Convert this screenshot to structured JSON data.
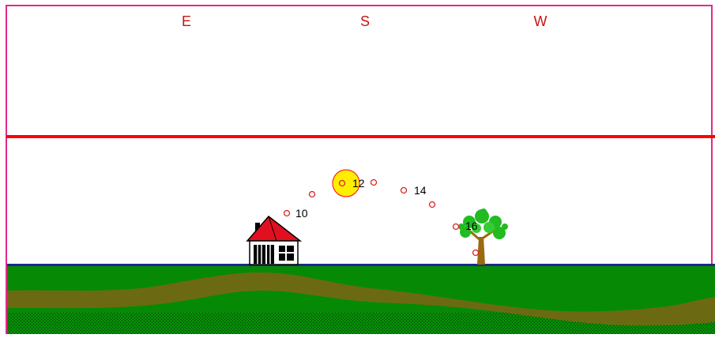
{
  "compass": {
    "east": "E",
    "south": "S",
    "west": "W"
  },
  "sun_path": {
    "hour_labels": [
      "10",
      "12",
      "14",
      "16"
    ],
    "sun_position_hour": "12"
  },
  "colors": {
    "frame": "#e2298a",
    "horizon_line": "#ff0000",
    "compass_text": "#cc1111",
    "marker": "#dd2222",
    "sun_fill": "#ffee00",
    "sun_ring": "#ff2222",
    "grass": "#068a06",
    "path": "#6b6a12",
    "ground_line": "#1a2a8a",
    "house_roof": "#e01020",
    "tree_leaves": "#22bb22",
    "tree_trunk": "#9a6a10"
  },
  "icons": [
    "house-icon",
    "tree-icon",
    "sun-icon"
  ]
}
